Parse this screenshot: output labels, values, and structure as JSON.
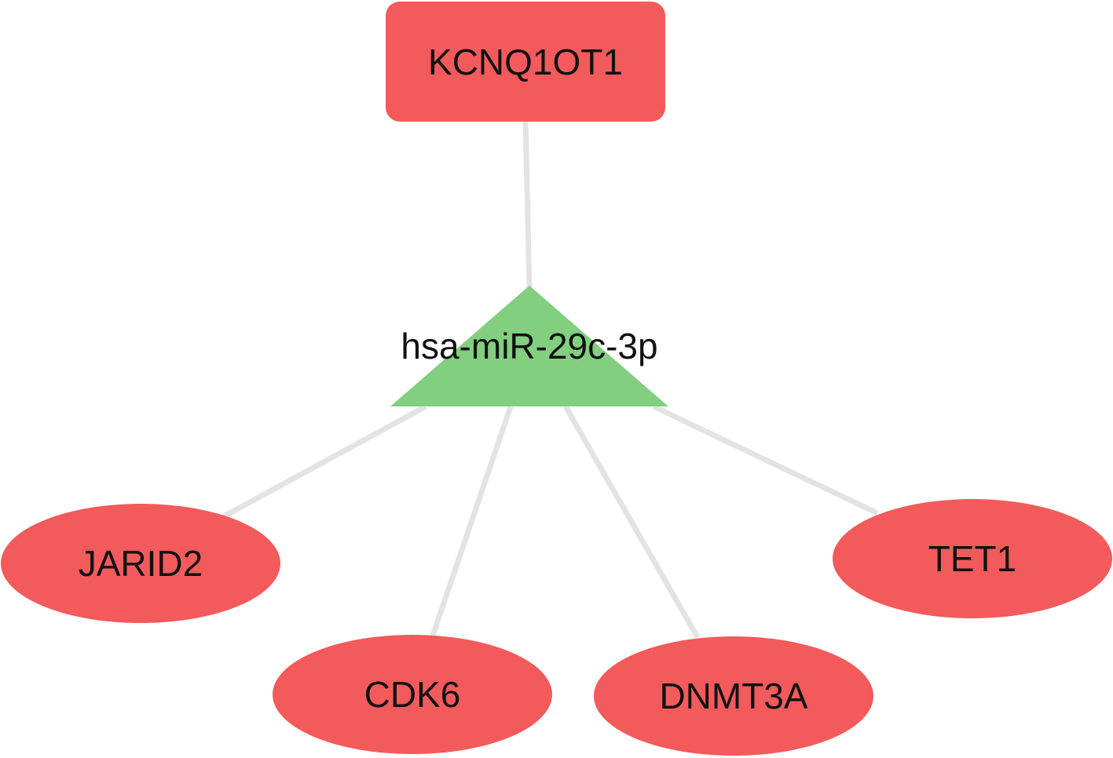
{
  "colors": {
    "lncrna_fill": "#f25a5c",
    "mirna_fill": "#82cf80",
    "mrna_fill": "#f25a5c",
    "edge": "#e3e3e3",
    "label": "#111111"
  },
  "nodes": {
    "lncrna": {
      "label": "KCNQ1OT1",
      "shape": "rounded-rectangle"
    },
    "mirna": {
      "label": "hsa-miR-29c-3p",
      "shape": "triangle"
    },
    "jarid2": {
      "label": "JARID2",
      "shape": "ellipse"
    },
    "cdk6": {
      "label": "CDK6",
      "shape": "ellipse"
    },
    "dnmt3a": {
      "label": "DNMT3A",
      "shape": "ellipse"
    },
    "tet1": {
      "label": "TET1",
      "shape": "ellipse"
    }
  },
  "edges": [
    {
      "from": "KCNQ1OT1",
      "to": "hsa-miR-29c-3p"
    },
    {
      "from": "hsa-miR-29c-3p",
      "to": "JARID2"
    },
    {
      "from": "hsa-miR-29c-3p",
      "to": "CDK6"
    },
    {
      "from": "hsa-miR-29c-3p",
      "to": "DNMT3A"
    },
    {
      "from": "hsa-miR-29c-3p",
      "to": "TET1"
    }
  ]
}
